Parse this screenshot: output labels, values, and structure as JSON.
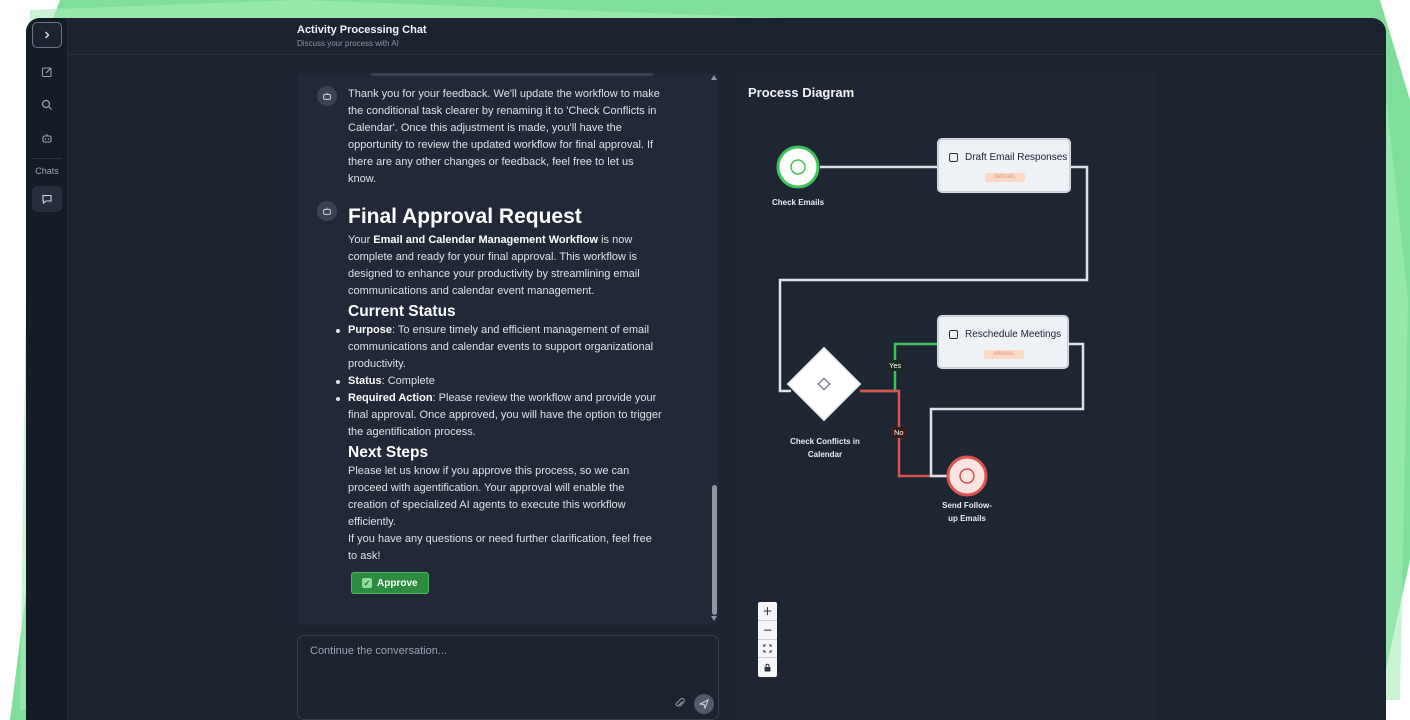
{
  "app": {
    "title": "Activity Processing Chat",
    "subtitle": "Discuss your process with AI"
  },
  "rail": {
    "toggle_icon": "chevron-right-icon",
    "items": [
      "edit-icon",
      "search-icon",
      "bot-icon"
    ],
    "section_label": "Chats",
    "active_chat_icon": "message-icon"
  },
  "chat": {
    "message1": "Thank you for your feedback. We'll update the workflow to make the conditional task clearer by renaming it to 'Check Conflicts in Calendar'. Once this adjustment is made, you'll have the opportunity to review the updated workflow for final approval. If there are any other changes or feedback, feel free to let us know.",
    "message2": {
      "heading": "Final Approval Request",
      "intro_before": "Your ",
      "intro_bold": "Email and Calendar Management Workflow",
      "intro_after": " is now complete and ready for your final approval. This workflow is designed to enhance your productivity by streamlining email communications and calendar event management.",
      "status_heading": "Current Status",
      "bullets": [
        {
          "label": "Purpose",
          "text": ": To ensure timely and efficient management of email communications and calendar events to support organizational productivity."
        },
        {
          "label": "Status",
          "text": ": Complete"
        },
        {
          "label": "Required Action",
          "text": ": Please review the workflow and provide your final approval. Once approved, you will have the option to trigger the agentification process."
        }
      ],
      "next_heading": "Next Steps",
      "next_p1": "Please let us know if you approve this process, so we can proceed with agentification. Your approval will enable the creation of specialized AI agents to execute this workflow efficiently.",
      "next_p2": "If you have any questions or need further clarification, feel free to ask!",
      "approve_label": "Approve"
    }
  },
  "input": {
    "placeholder": "Continue the conversation..."
  },
  "diagram": {
    "title": "Process Diagram",
    "nodes": {
      "start": "Check Emails",
      "task1": "Draft Email Responses",
      "task2": "Reschedule Meetings",
      "gateway_line1": "Check Conflicts in",
      "gateway_line2": "Calendar",
      "end_line1": "Send Follow-",
      "end_line2": "up Emails"
    },
    "edge_labels": {
      "yes": "Yes",
      "no": "No"
    },
    "task_tag": "MANUAL",
    "zoom_controls": [
      "+",
      "−",
      "⛶",
      "🔒"
    ],
    "colors": {
      "start": "#3ec25a",
      "end": "#d9534f",
      "yes_edge": "#3ec25a",
      "no_edge": "#d9534f"
    }
  }
}
